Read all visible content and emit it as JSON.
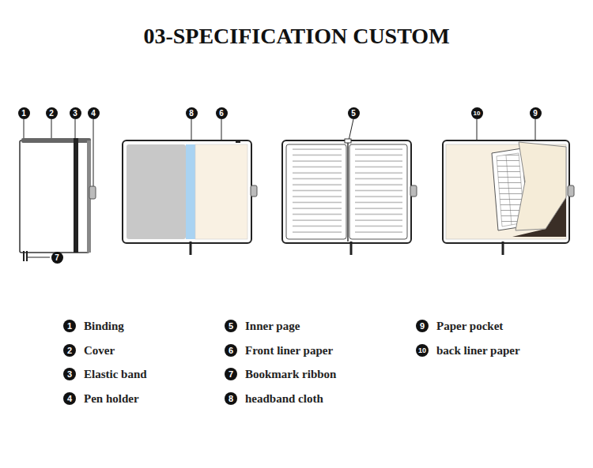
{
  "diagram": {
    "title": "03-SPECIFICATION CUSTOM",
    "labels": [
      "1",
      "2",
      "3",
      "4",
      "8",
      "6",
      "5",
      "10",
      "9",
      "7",
      "1",
      "Binding",
      "2",
      "Cover",
      "3",
      "Elastic band",
      "4",
      "Pen holder",
      "5",
      "Inner page",
      "6",
      "Front liner paper",
      "7",
      "Bookmark ribbon",
      "8",
      "headband cloth",
      "9",
      "Paper pocket",
      "10",
      "back liner paper"
    ]
  }
}
